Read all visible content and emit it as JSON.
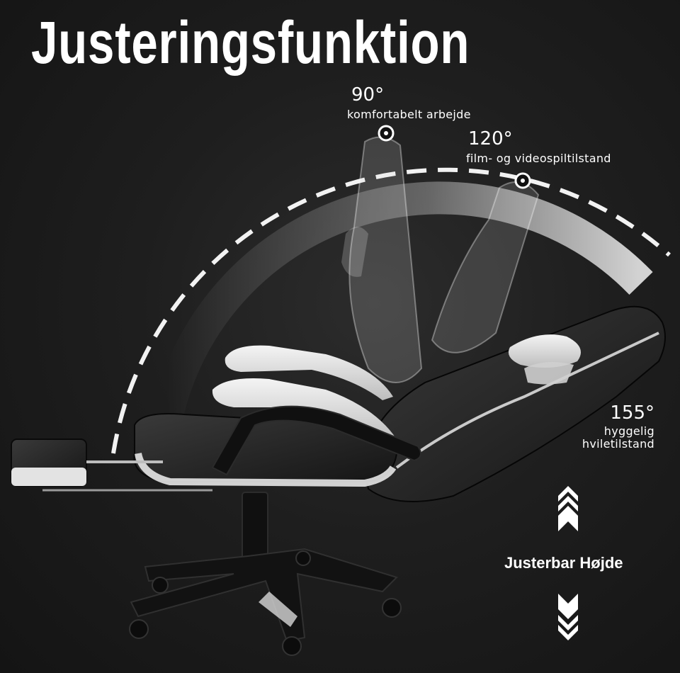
{
  "title": "Justeringsfunktion",
  "angles": [
    {
      "degree": "90°",
      "description": "komfortabelt arbejde"
    },
    {
      "degree": "120°",
      "description": "film- og videospiltilstand"
    },
    {
      "degree": "155°",
      "description_lines": [
        "hyggelig",
        "hviletilstand"
      ]
    }
  ],
  "height_label": "Justerbar Højde",
  "icons": [
    "chevrons-up-icon",
    "chevrons-down-icon",
    "angle-marker-icon"
  ],
  "colors": {
    "background": "#1b1b1b",
    "text": "#ffffff",
    "chair_black": "#0e0e0e",
    "chair_white": "#e9e9e9"
  }
}
